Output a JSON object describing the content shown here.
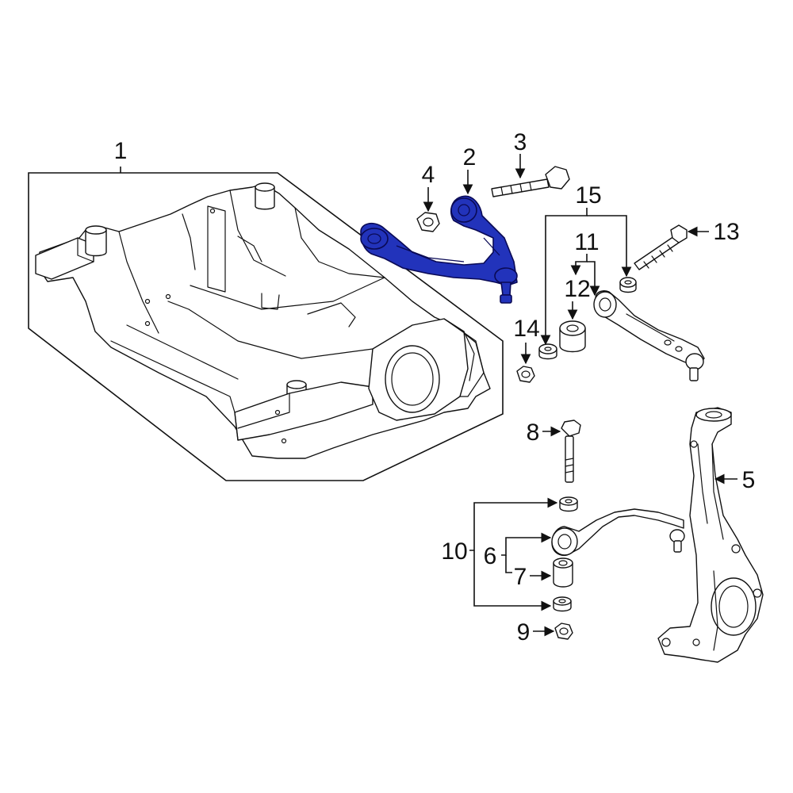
{
  "diagram": {
    "highlight_color": "#2233bb",
    "line_color": "#111111",
    "callouts": {
      "c1": "1",
      "c2": "2",
      "c3": "3",
      "c4": "4",
      "c5": "5",
      "c6": "6",
      "c7": "7",
      "c8": "8",
      "c9": "9",
      "c10": "10",
      "c11": "11",
      "c12": "12",
      "c13": "13",
      "c14": "14",
      "c15": "15"
    }
  }
}
